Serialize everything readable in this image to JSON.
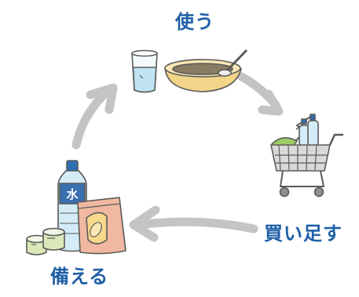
{
  "steps": {
    "use": "使う",
    "buy": "買い足す",
    "prepare": "備える"
  },
  "items": {
    "bottle_label": "水"
  },
  "colors": {
    "label": "#1f5fa6",
    "arrow": "#c4c4c4",
    "outline": "#5a5a5a",
    "water": "#bfe3f3",
    "bottle_label": "#3a6fb0",
    "cap": "#2f6db5",
    "bowl": "#f3d58a",
    "porridge": "#8a7b63",
    "bag": "#f0b8a0",
    "bag_window": "#f6d98a",
    "can": "#dbe9b8",
    "cart": "#d9d9d9",
    "greens": "#9ccc65"
  }
}
